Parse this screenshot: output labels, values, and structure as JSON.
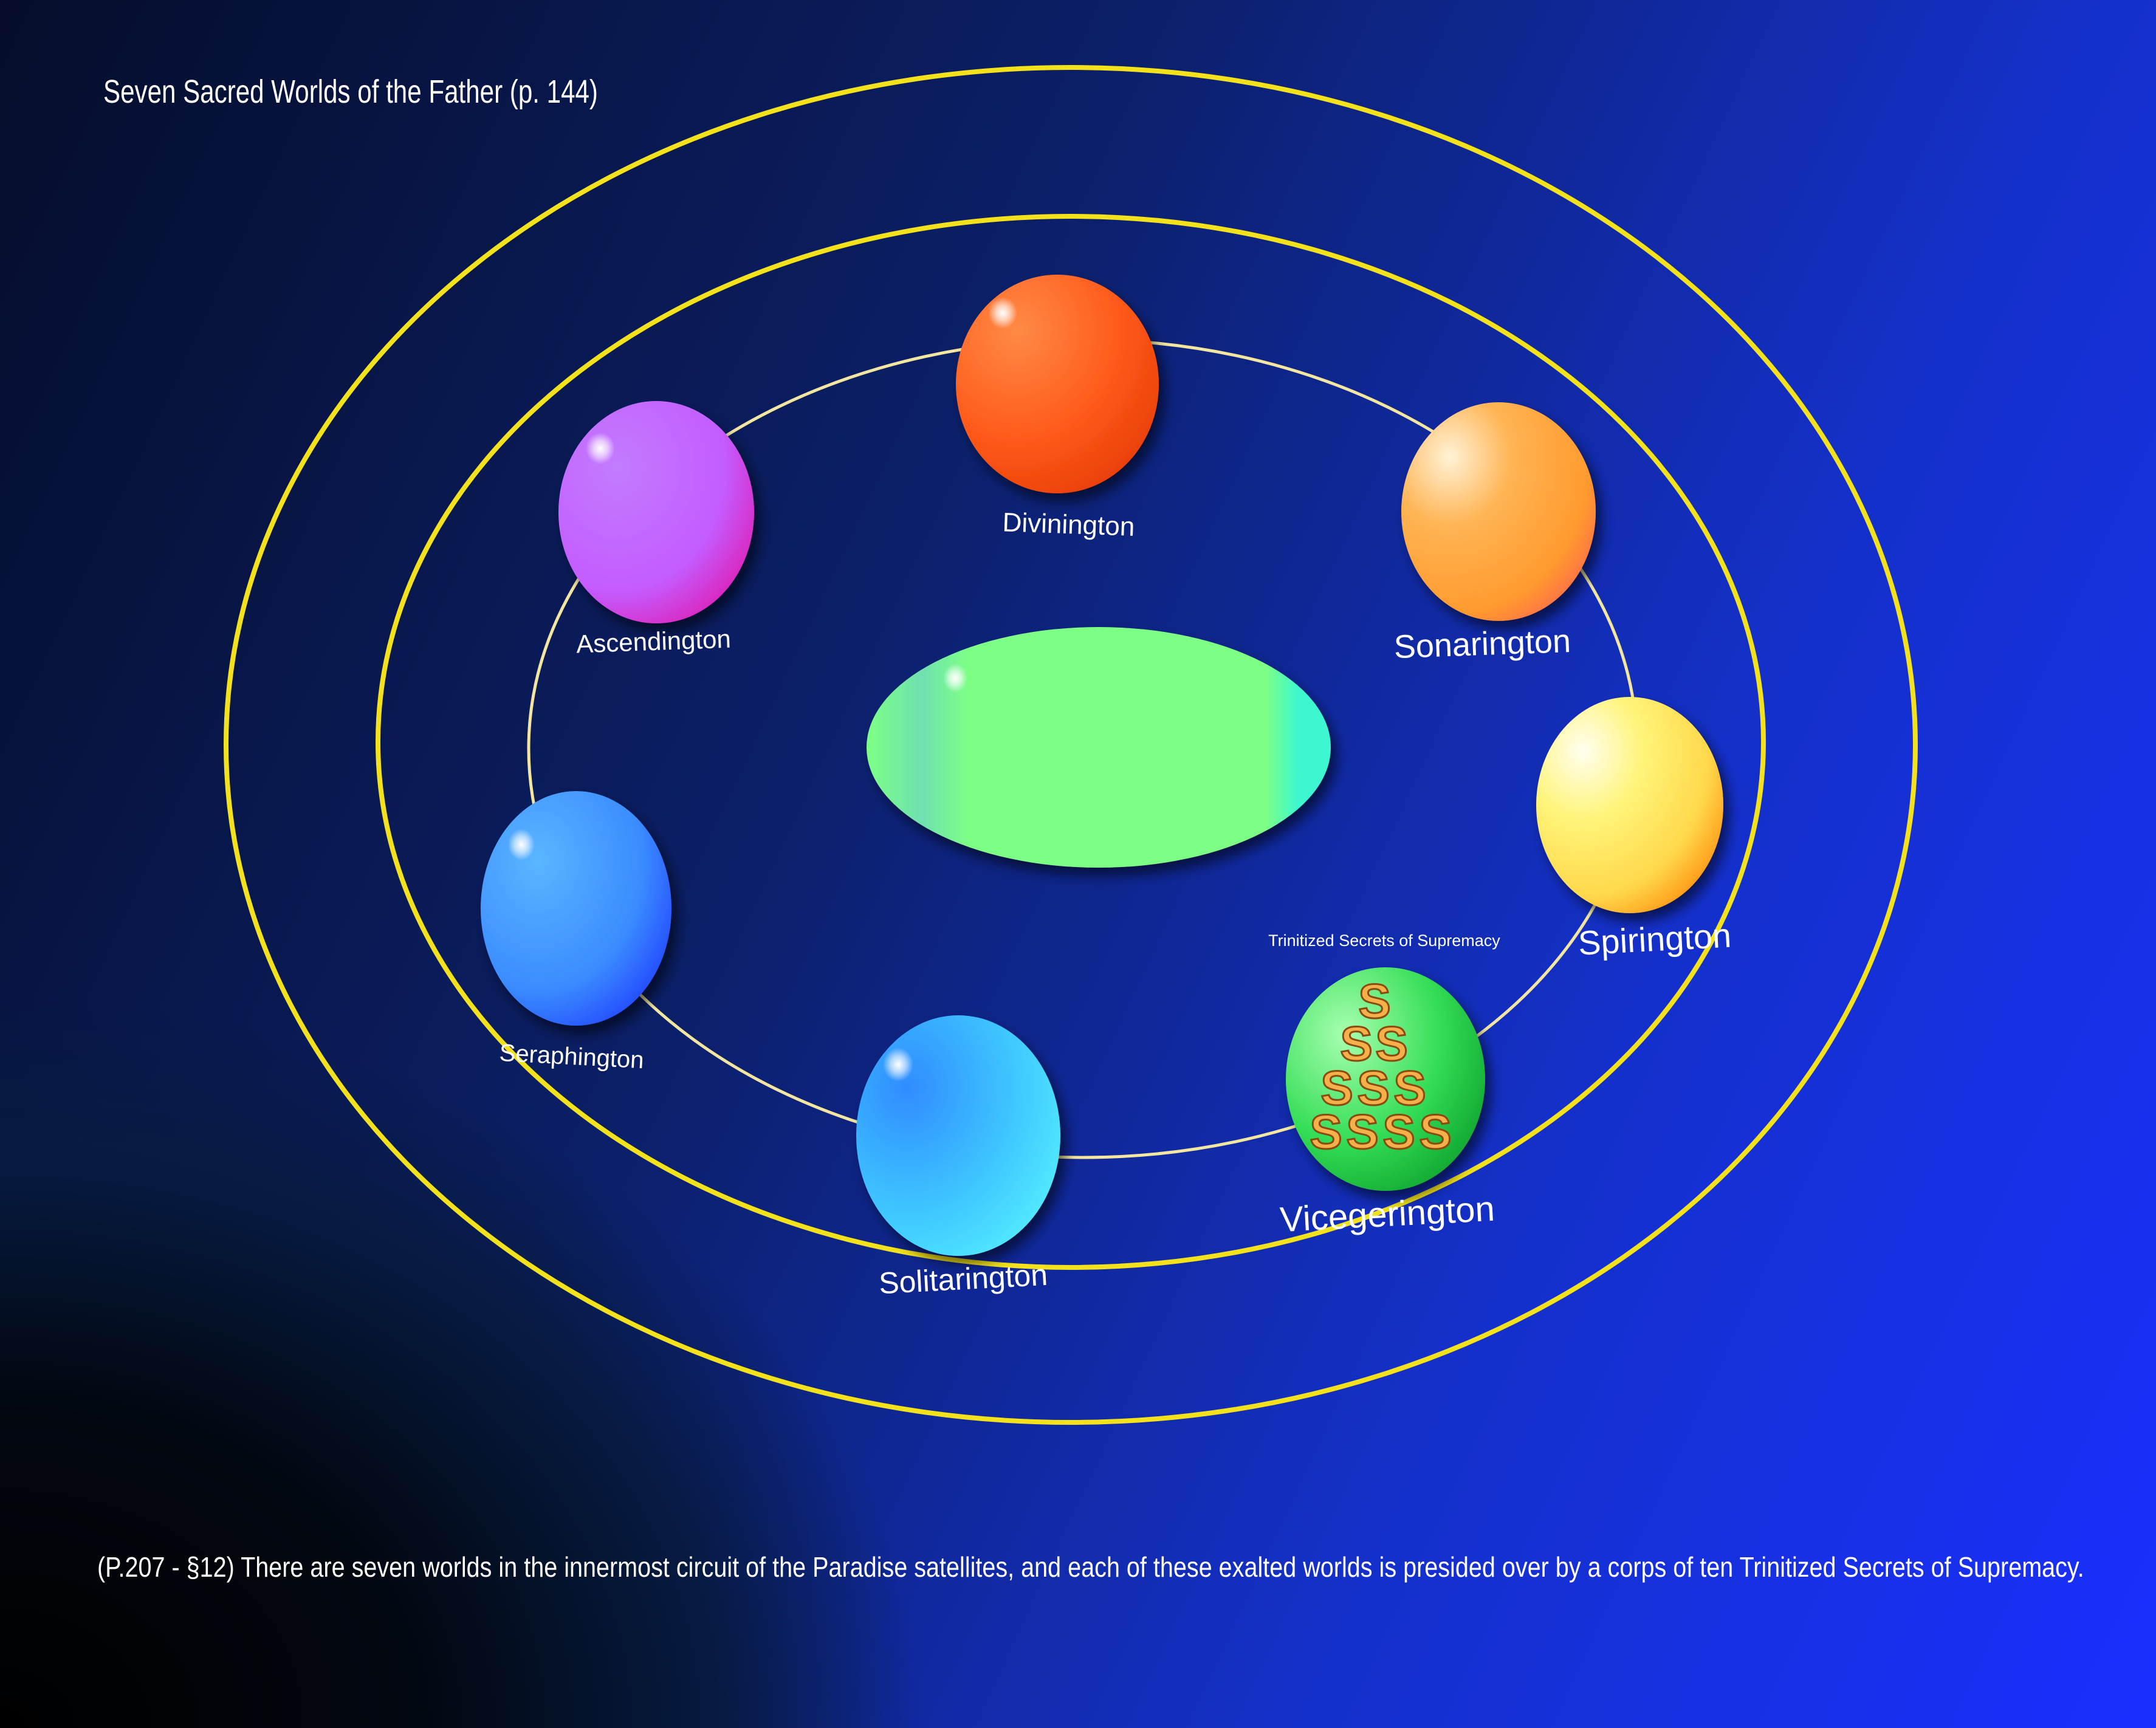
{
  "title": "Seven Sacred Worlds of the Father (p. 144)",
  "caption": "(P.207 - §12) There are seven worlds in the innermost circuit of the Paradise satellites, and each of these exalted worlds is presided over by a corps of ten Trinitized Secrets of Supremacy.",
  "worlds": [
    {
      "name": "Divinington",
      "color": "#ff5a1a"
    },
    {
      "name": "Sonarington",
      "color": "#ff9a2e"
    },
    {
      "name": "Spirington",
      "color": "#ffd84a"
    },
    {
      "name": "Vicegerington",
      "color": "#33dd55"
    },
    {
      "name": "Solitarington",
      "color": "#3fc8ff"
    },
    {
      "name": "Seraphington",
      "color": "#3a7bff"
    },
    {
      "name": "Ascendington",
      "color": "#c45cff"
    }
  ],
  "vicegerington_note": "Trinitized Secrets of Supremacy",
  "secrets_symbol": "S",
  "orbit_color": "#f3e21b",
  "paradise_color": "#7dff85"
}
